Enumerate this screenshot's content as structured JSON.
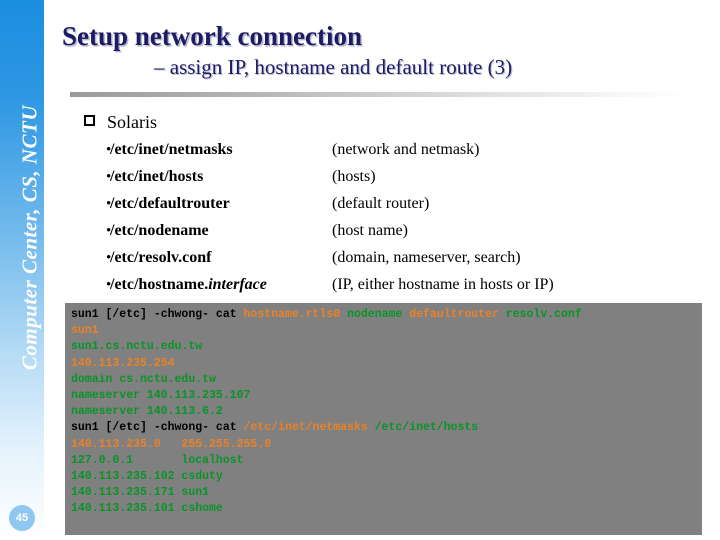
{
  "sidebar": {
    "vertical_text": "Computer Center, CS, NCTU",
    "page_number": "45",
    "gradient_top": "#1b8ee0",
    "gradient_bottom": "#ffffff",
    "badge_color": "#8ec7f0"
  },
  "title": {
    "main": "Setup network connection",
    "sub": "– assign IP, hostname and default route (3)",
    "color": "#1b1c64"
  },
  "content": {
    "heading_bullet": "square-bullet",
    "heading": "Solaris",
    "items": [
      {
        "path": "/etc/inet/netmasks",
        "path_italic": "",
        "desc": "(network and netmask)"
      },
      {
        "path": "/etc/inet/hosts",
        "path_italic": "",
        "desc": "(hosts)"
      },
      {
        "path": "/etc/defaultrouter",
        "path_italic": "",
        "desc": "(default router)"
      },
      {
        "path": "/etc/nodename",
        "path_italic": "",
        "desc": "(host name)"
      },
      {
        "path": "/etc/resolv.conf",
        "path_italic": "",
        "desc": "(domain, nameserver, search)"
      },
      {
        "path": "/etc/hostname.",
        "path_italic": "interface",
        "desc": "(IP, either hostname in hosts or IP)"
      }
    ]
  },
  "terminal": {
    "background": "#808080",
    "color_prompt": "#000000",
    "color_green": "#0a9428",
    "color_orange": "#e8822a",
    "lines": [
      [
        {
          "t": "sun1 [/etc] -chwong- cat ",
          "c": "k"
        },
        {
          "t": "hostname.rtls0",
          "c": "o"
        },
        {
          "t": " ",
          "c": "k"
        },
        {
          "t": "nodename",
          "c": "g"
        },
        {
          "t": " ",
          "c": "k"
        },
        {
          "t": "defaultrouter",
          "c": "o"
        },
        {
          "t": " ",
          "c": "k"
        },
        {
          "t": "resolv.conf",
          "c": "g"
        }
      ],
      [
        {
          "t": "sun1",
          "c": "o"
        }
      ],
      [
        {
          "t": "sun1.cs.nctu.edu.tw",
          "c": "g"
        }
      ],
      [
        {
          "t": "140.113.235.254",
          "c": "o"
        }
      ],
      [
        {
          "t": "domain cs.nctu.edu.tw",
          "c": "g"
        }
      ],
      [
        {
          "t": "nameserver 140.113.235.107",
          "c": "g"
        }
      ],
      [
        {
          "t": "nameserver 140.113.6.2",
          "c": "g"
        }
      ],
      [
        {
          "t": "sun1 [/etc] -chwong- cat ",
          "c": "k"
        },
        {
          "t": "/etc/inet/netmasks",
          "c": "o"
        },
        {
          "t": " ",
          "c": "k"
        },
        {
          "t": "/etc/inet/hosts",
          "c": "g"
        }
      ],
      [
        {
          "t": "140.113.235.0   255.255.255.0",
          "c": "o"
        }
      ],
      [
        {
          "t": "127.0.0.1       localhost",
          "c": "g"
        }
      ],
      [
        {
          "t": "140.113.235.102 csduty",
          "c": "g"
        }
      ],
      [
        {
          "t": "140.113.235.171 sun1",
          "c": "g"
        }
      ],
      [
        {
          "t": "140.113.235.101 cshome",
          "c": "g"
        }
      ]
    ]
  }
}
